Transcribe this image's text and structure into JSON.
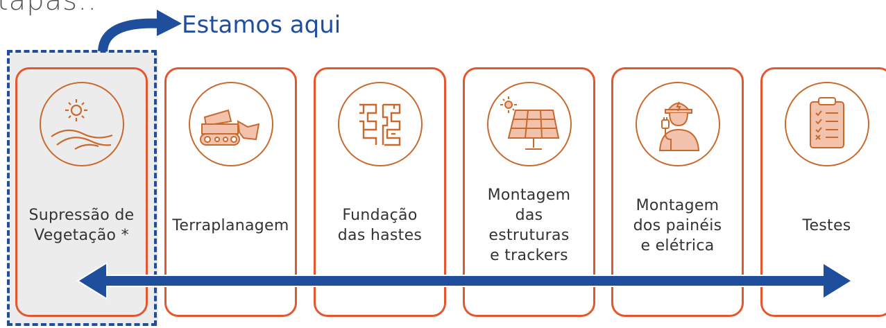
{
  "heading": "tapas:.",
  "current_marker": "Estamos aqui",
  "colors": {
    "card_border": "#e4572e",
    "icon_stroke": "#c8692e",
    "accent_blue": "#1f4e9c",
    "icon_fill": "#f2c2ad"
  },
  "stages": [
    {
      "label": "Supressão de\nVegetação *",
      "icon": "sun-hills-icon"
    },
    {
      "label": "Terraplanagem",
      "icon": "bulldozer-icon"
    },
    {
      "label": "Fundação\ndas hastes",
      "icon": "foundation-maze-icon"
    },
    {
      "label": "Montagem\ndas\nestruturas\ne trackers",
      "icon": "solar-panel-icon"
    },
    {
      "label": "Montagem\ndos painéis\ne elétrica",
      "icon": "electrician-icon"
    },
    {
      "label": "Testes",
      "icon": "checklist-icon"
    }
  ]
}
